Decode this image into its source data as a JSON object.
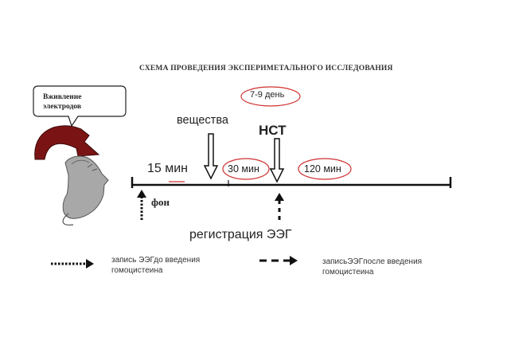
{
  "title": "СХЕМА ПРОВЕДЕНИЯ ЭКСПЕРИМЕТАЛЬНОГО ИССЛЕДОВАНИЯ",
  "callout": {
    "line1": "Вживление",
    "line2": "электродов"
  },
  "timeline": {
    "days_label": "7-9 день",
    "substance_label": "вещества",
    "nct_label": "НСТ",
    "interval_15": "15 мин",
    "interval_30": "30 мин",
    "interval_120": "120 мин",
    "baseline_label": "фон",
    "eeg_label": "регистрация ЭЭГ"
  },
  "legend": {
    "before_line1": "запись ЭЭГдо введения",
    "before_line2": "гомоцистеина",
    "after_line1": "записьЭЭГпосле введения",
    "after_line2": "гомоцистеина"
  },
  "colors": {
    "curved_arrow": "#7a1414",
    "ellipse_outline": "#d03030",
    "line": "#111111"
  },
  "icons": [
    "curved-arrow-icon",
    "rat-icon"
  ]
}
